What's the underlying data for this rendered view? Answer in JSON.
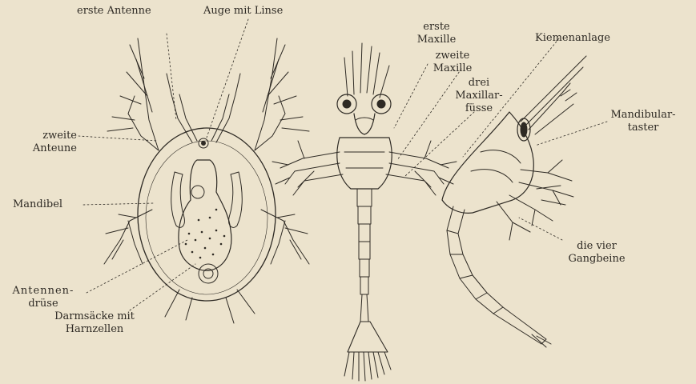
{
  "labels": {
    "erste_antenne": "erste Antenne",
    "auge_mit_linse": "Auge mit Linse",
    "zweite_antenne": [
      "zweite",
      "Anteune"
    ],
    "mandibel": "Mandibel",
    "antennendruese": [
      "Antennen-",
      "drüse"
    ],
    "darmsaecke": [
      "Darmsäcke mit",
      "Harnzellen"
    ],
    "erste_maxille": [
      "erste",
      "Maxille"
    ],
    "zweite_maxille": [
      "zweite",
      "Maxille"
    ],
    "maxillarfuesse": [
      "drei",
      "Maxillar-",
      "füsse"
    ],
    "kiemenanlage": "Kiemenanlage",
    "mandibulartaster": [
      "Mandibular-",
      "taster"
    ],
    "gangbeine": [
      "die vier",
      "Gangbeine"
    ]
  },
  "colors": {
    "paper": "#ece3cd",
    "ink": "#2e2a24"
  }
}
